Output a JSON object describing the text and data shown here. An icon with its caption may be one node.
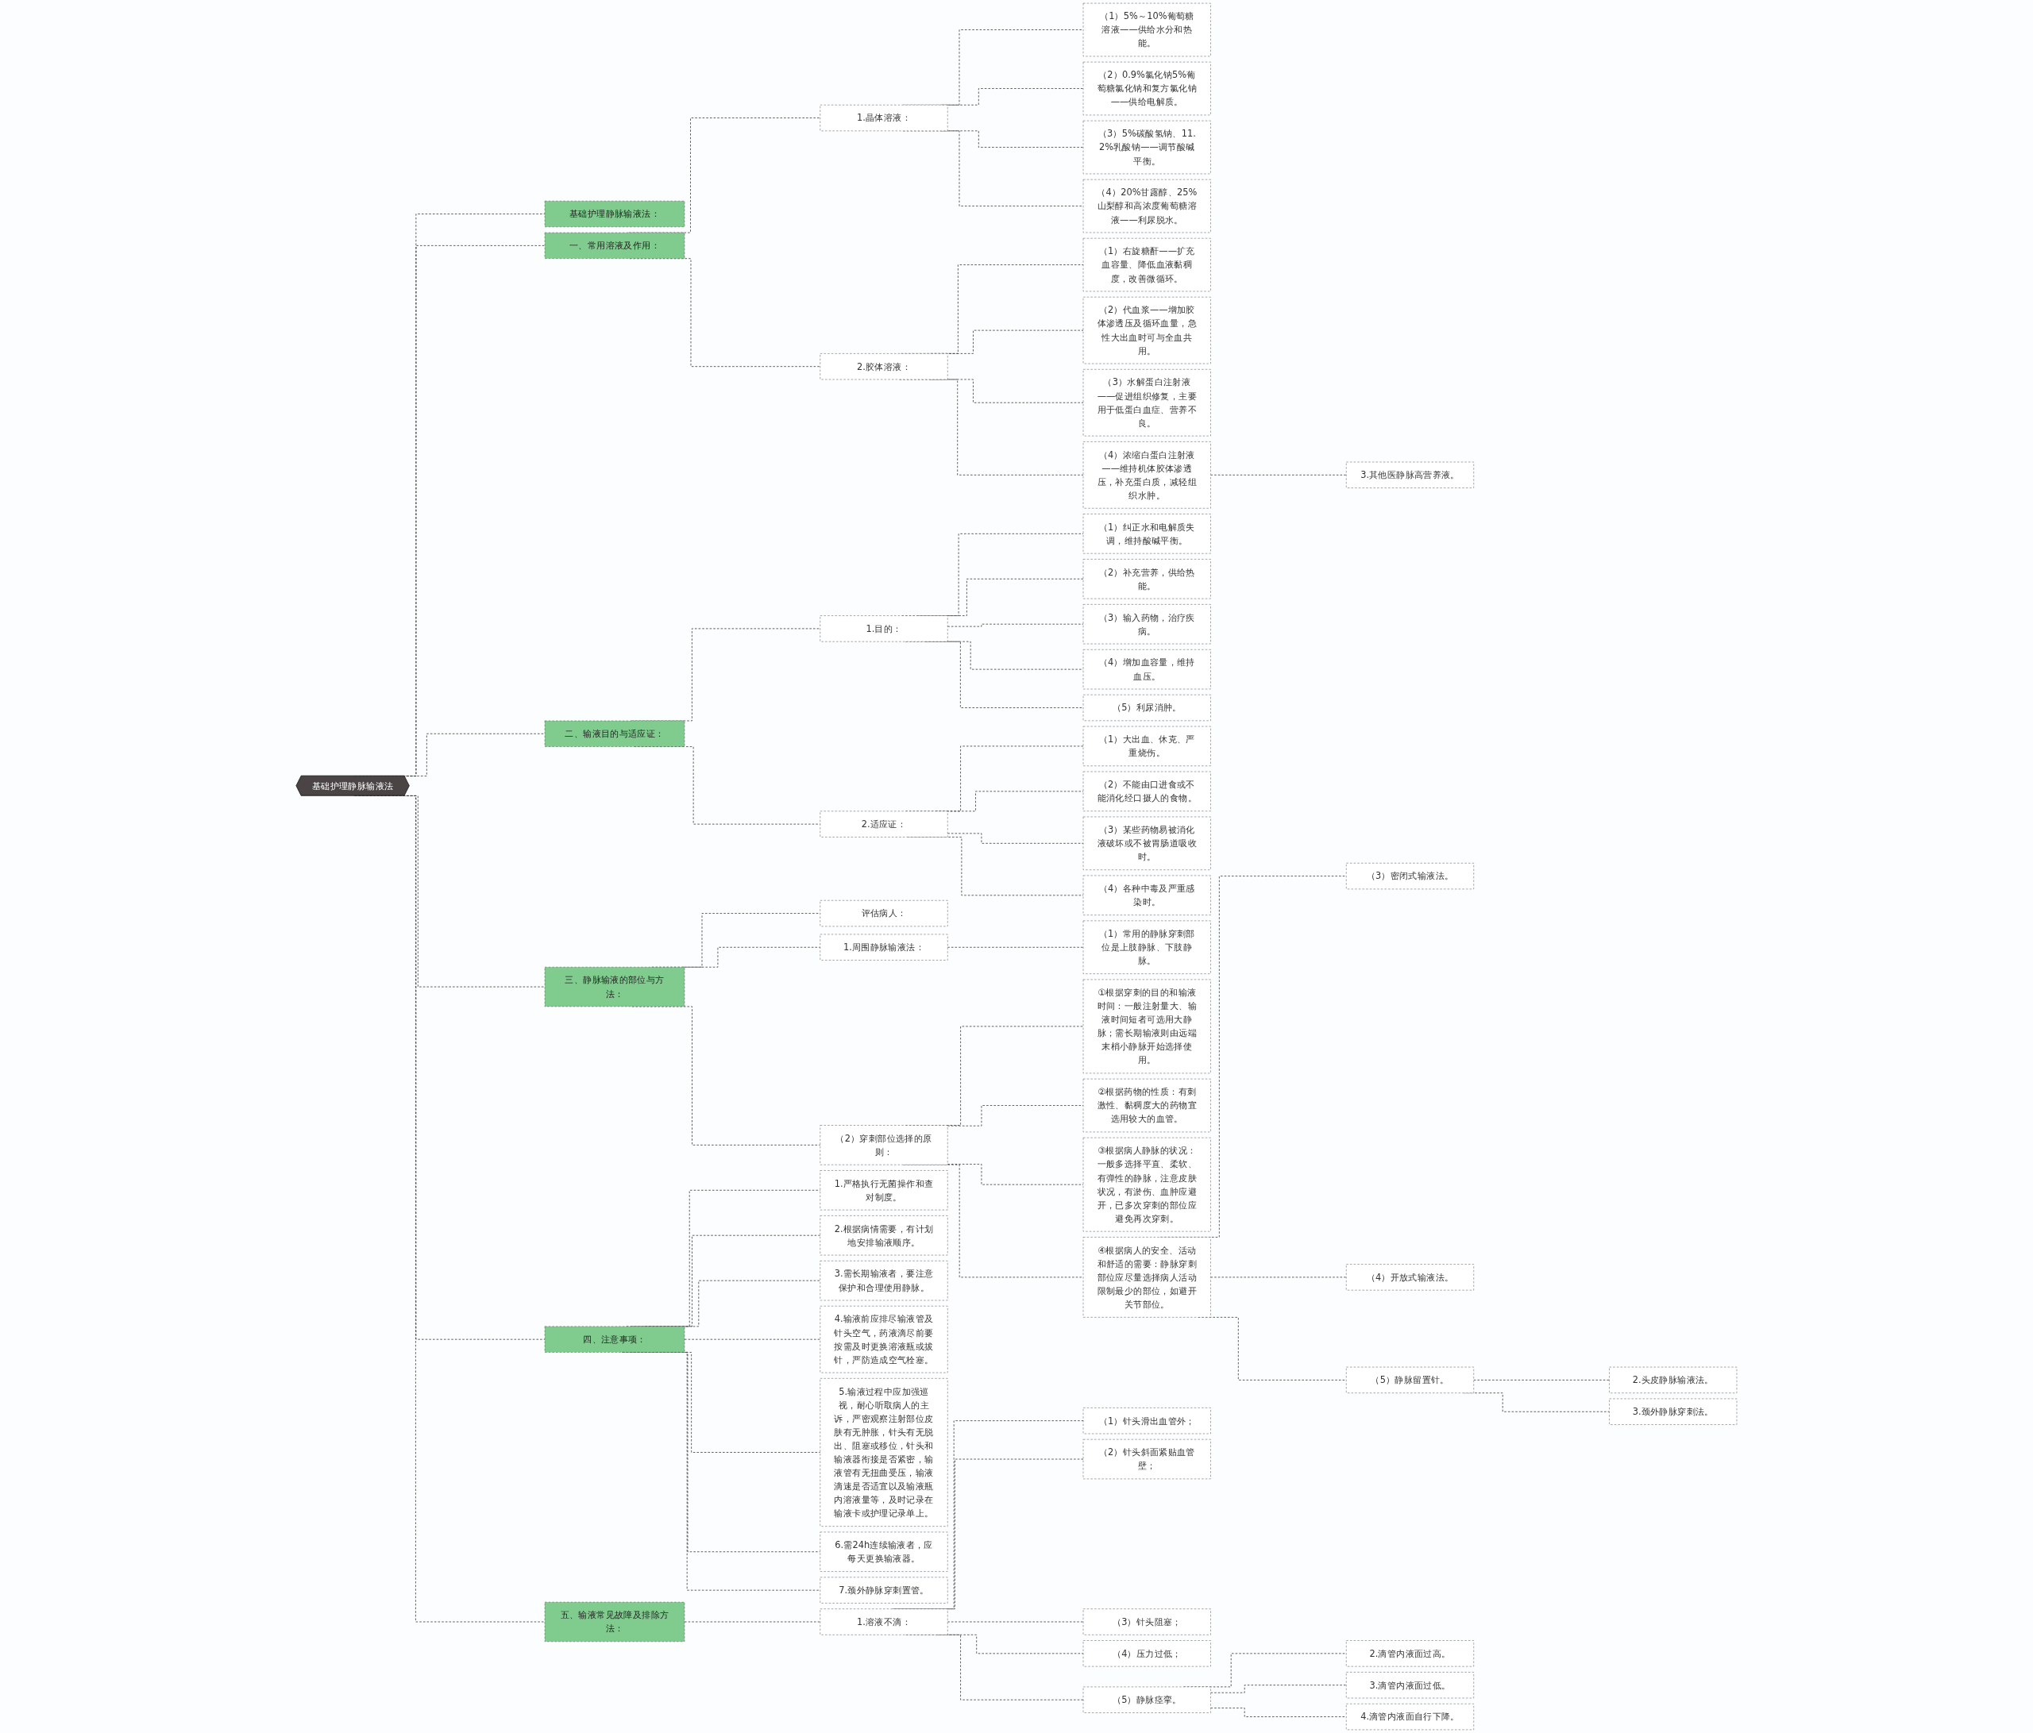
{
  "diagram": {
    "nodes": [
      {
        "text": [
          "基础护理静脉输液法"
        ]
      },
      {
        "text": [
          "基础护理静脉输液法："
        ]
      },
      {
        "text": [
          "一、常用溶液及作用："
        ]
      },
      {
        "text": [
          "1.晶体溶液："
        ]
      },
      {
        "text": [
          "（1）5%～10%葡萄糖溶液——供给水分和热能。"
        ]
      },
      {
        "text": [
          "（2）0.9%氯化钠5%葡萄糖氯化钠和复方氯化钠——供给电解质。"
        ]
      },
      {
        "text": [
          "（3）5%碳酸氢钠、11.2%乳酸钠——调节酸碱平衡。"
        ]
      },
      {
        "text": [
          "（4）20%甘露醇、25%山梨醇和高浓度葡萄糖溶液——利尿脱水。"
        ]
      },
      {
        "text": [
          "2.胶体溶液："
        ]
      },
      {
        "text": [
          "（1）右旋糖酐——扩充血容量、降低血液黏稠度，改善微循环。"
        ]
      },
      {
        "text": [
          "（2）代血浆——增加胶体渗透压及循环血量，急性大出血时可与全血共用。"
        ]
      },
      {
        "text": [
          "（3）水解蛋白注射液——促进组织修复，主要用于低蛋白血症、营养不良。"
        ]
      },
      {
        "text": [
          "（4）浓缩白蛋白注射液——维持机体胶体渗透压，补充蛋白质，减轻组织水肿。"
        ]
      },
      {
        "text": [
          "3.其他医静脉高营养液。"
        ]
      },
      {
        "text": [
          "二、输液目的与适应证："
        ]
      },
      {
        "text": [
          "1.目的："
        ]
      },
      {
        "text": [
          "（1）纠正水和电解质失调，维持酸碱平衡。"
        ]
      },
      {
        "text": [
          "（2）补充营养，供给热能。"
        ]
      },
      {
        "text": [
          "（3）输入药物，治疗疾病。"
        ]
      },
      {
        "text": [
          "（4）增加血容量，维持血压。"
        ]
      },
      {
        "text": [
          "（5）利尿消肿。"
        ]
      },
      {
        "text": [
          "2.适应证："
        ]
      },
      {
        "text": [
          "（1）大出血、休克、严重烧伤。"
        ]
      },
      {
        "text": [
          "（2）不能由口进食或不能消化经口摄人的食物。"
        ]
      },
      {
        "text": [
          "（3）某些药物易被消化液破坏或不被胃肠道吸收时。"
        ]
      },
      {
        "text": [
          "（4）各种中毒及严重感染时。"
        ]
      },
      {
        "text": [
          "三、静脉输液的部位与方法："
        ]
      },
      {
        "text": [
          "评估病人："
        ]
      },
      {
        "text": [
          "1.周围静脉输液法："
        ]
      },
      {
        "text": [
          "（1）常用的静脉穿刺部位是上肢静脉、下肢静脉。"
        ]
      },
      {
        "text": [
          "（2）穿刺部位选择的原则："
        ]
      },
      {
        "text": [
          "①根据穿刺的目的和输液时间：一般注射量大、输液时间短者可选用大静脉；需长期输液则由远端末梢小静脉开始选择使用。"
        ]
      },
      {
        "text": [
          "②根据药物的性质：有刺激性、黏稠度大的药物宜选用较大的血管。"
        ]
      },
      {
        "text": [
          "③根据病人静脉的状况：一般多选择平直、柔软、有弹性的静脉，注意皮肤状况，有淤伤、血肿应避开，已多次穿刺的部位应避免再次穿刺。"
        ]
      },
      {
        "text": [
          "④根据病人的安全、活动和舒适的需要：静脉穿刺部位应尽量选择病人活动限制最少的部位，如避开关节部位。"
        ]
      },
      {
        "text": [
          "（3）密闭式输液法。"
        ]
      },
      {
        "text": [
          "（4）开放式输液法。"
        ]
      },
      {
        "text": [
          "（5）静脉留置针。"
        ]
      },
      {
        "text": [
          "2.头皮静脉输液法。"
        ]
      },
      {
        "text": [
          "3.颈外静脉穿刺法。"
        ]
      },
      {
        "text": [
          "四、注意事项："
        ]
      },
      {
        "text": [
          "1.严格执行无菌操作和查对制度。"
        ]
      },
      {
        "text": [
          "2.根据病情需要，有计划地安排输液顺序。"
        ]
      },
      {
        "text": [
          "3.需长期输液者，要注意保护和合理使用静脉。"
        ]
      },
      {
        "text": [
          "4.输液前应排尽输液管及针头空气，药液滴尽前要按需及时更换溶液瓶或拔针，严防造成空气栓塞。"
        ]
      },
      {
        "text": [
          "5.输液过程中应加强巡视，耐心听取病人的主诉，严密观察注射部位皮肤有无肿胀，针头有无脱出、阻塞或移位，针头和输液器衔接是否紧密，输液管有无扭曲受压，输液滴速是否适宜以及输液瓶内溶液量等，及时记录在输液卡或护理记录单上。"
        ]
      },
      {
        "text": [
          "6.需24h连续输液者，应每天更换输液器。"
        ]
      },
      {
        "text": [
          "7.颈外静脉穿刺置管。"
        ]
      },
      {
        "text": [
          "五、输液常见故障及排除方法："
        ]
      },
      {
        "text": [
          "1.溶液不滴："
        ]
      },
      {
        "text": [
          "（1）针头滑出血管外；"
        ]
      },
      {
        "text": [
          "（2）针头斜面紧贴血管壁；"
        ]
      },
      {
        "text": [
          "（3）针头阻塞；"
        ]
      },
      {
        "text": [
          "（4）压力过低；"
        ]
      },
      {
        "text": [
          "（5）静脉痉挛。"
        ]
      },
      {
        "text": [
          "2.滴管内液面过高。"
        ]
      },
      {
        "text": [
          "3.滴管内液面过低。"
        ]
      },
      {
        "text": [
          "4.滴管内液面自行下降。"
        ]
      }
    ],
    "edges": [
      {
        "from": 0,
        "to": 1,
        "arrow": "none",
        "style": "dashed"
      },
      {
        "from": 0,
        "to": 2,
        "arrow": "none",
        "style": "dashed"
      },
      {
        "from": 2,
        "to": 3,
        "arrow": "none",
        "style": "dashed"
      },
      {
        "from": 3,
        "to": 4,
        "arrow": "none",
        "style": "dashed"
      },
      {
        "from": 3,
        "to": 5,
        "arrow": "none",
        "style": "dashed"
      },
      {
        "from": 3,
        "to": 6,
        "arrow": "none",
        "style": "dashed"
      },
      {
        "from": 3,
        "to": 7,
        "arrow": "none",
        "style": "dashed"
      },
      {
        "from": 2,
        "to": 8,
        "arrow": "none",
        "style": "dashed"
      },
      {
        "from": 8,
        "to": 9,
        "arrow": "none",
        "style": "dashed"
      },
      {
        "from": 8,
        "to": 10,
        "arrow": "none",
        "style": "dashed"
      },
      {
        "from": 8,
        "to": 11,
        "arrow": "none",
        "style": "dashed"
      },
      {
        "from": 8,
        "to": 12,
        "arrow": "none",
        "style": "dashed"
      },
      {
        "from": 12,
        "to": 13,
        "arrow": "none",
        "style": "dashed"
      },
      {
        "from": 0,
        "to": 14,
        "arrow": "none",
        "style": "dashed"
      },
      {
        "from": 14,
        "to": 15,
        "arrow": "none",
        "style": "dashed"
      },
      {
        "from": 15,
        "to": 16,
        "arrow": "none",
        "style": "dashed"
      },
      {
        "from": 15,
        "to": 17,
        "arrow": "none",
        "style": "dashed"
      },
      {
        "from": 15,
        "to": 18,
        "arrow": "none",
        "style": "dashed"
      },
      {
        "from": 15,
        "to": 19,
        "arrow": "none",
        "style": "dashed"
      },
      {
        "from": 15,
        "to": 20,
        "arrow": "none",
        "style": "dashed"
      },
      {
        "from": 14,
        "to": 21,
        "arrow": "none",
        "style": "dashed"
      },
      {
        "from": 21,
        "to": 22,
        "arrow": "none",
        "style": "dashed"
      },
      {
        "from": 21,
        "to": 23,
        "arrow": "none",
        "style": "dashed"
      },
      {
        "from": 21,
        "to": 24,
        "arrow": "none",
        "style": "dashed"
      },
      {
        "from": 21,
        "to": 25,
        "arrow": "none",
        "style": "dashed"
      },
      {
        "from": 0,
        "to": 26,
        "arrow": "none",
        "style": "dashed"
      },
      {
        "from": 26,
        "to": 27,
        "arrow": "none",
        "style": "dashed"
      },
      {
        "from": 26,
        "to": 28,
        "arrow": "none",
        "style": "dashed"
      },
      {
        "from": 28,
        "to": 29,
        "arrow": "none",
        "style": "dashed"
      },
      {
        "from": 26,
        "to": 30,
        "arrow": "none",
        "style": "dashed"
      },
      {
        "from": 30,
        "to": 31,
        "arrow": "none",
        "style": "dashed"
      },
      {
        "from": 30,
        "to": 32,
        "arrow": "none",
        "style": "dashed"
      },
      {
        "from": 30,
        "to": 33,
        "arrow": "none",
        "style": "dashed"
      },
      {
        "from": 30,
        "to": 34,
        "arrow": "none",
        "style": "dashed"
      },
      {
        "from": 34,
        "to": 35,
        "arrow": "none",
        "style": "dashed"
      },
      {
        "from": 34,
        "to": 36,
        "arrow": "none",
        "style": "dashed"
      },
      {
        "from": 34,
        "to": 37,
        "arrow": "none",
        "style": "dashed"
      },
      {
        "from": 37,
        "to": 38,
        "arrow": "none",
        "style": "dashed"
      },
      {
        "from": 37,
        "to": 39,
        "arrow": "none",
        "style": "dashed"
      },
      {
        "from": 0,
        "to": 40,
        "arrow": "none",
        "style": "dashed"
      },
      {
        "from": 40,
        "to": 41,
        "arrow": "none",
        "style": "dashed"
      },
      {
        "from": 40,
        "to": 42,
        "arrow": "none",
        "style": "dashed"
      },
      {
        "from": 40,
        "to": 43,
        "arrow": "none",
        "style": "dashed"
      },
      {
        "from": 40,
        "to": 44,
        "arrow": "none",
        "style": "dashed"
      },
      {
        "from": 40,
        "to": 45,
        "arrow": "none",
        "style": "dashed"
      },
      {
        "from": 40,
        "to": 46,
        "arrow": "none",
        "style": "dashed"
      },
      {
        "from": 40,
        "to": 47,
        "arrow": "none",
        "style": "dashed"
      },
      {
        "from": 0,
        "to": 48,
        "arrow": "none",
        "style": "dashed"
      },
      {
        "from": 48,
        "to": 49,
        "arrow": "none",
        "style": "dashed"
      },
      {
        "from": 49,
        "to": 50,
        "arrow": "none",
        "style": "dashed"
      },
      {
        "from": 49,
        "to": 51,
        "arrow": "none",
        "style": "dashed"
      },
      {
        "from": 49,
        "to": 52,
        "arrow": "none",
        "style": "dashed"
      },
      {
        "from": 49,
        "to": 53,
        "arrow": "none",
        "style": "dashed"
      },
      {
        "from": 49,
        "to": 54,
        "arrow": "none",
        "style": "dashed"
      },
      {
        "from": 54,
        "to": 55,
        "arrow": "none",
        "style": "dashed"
      },
      {
        "from": 54,
        "to": 56,
        "arrow": "none",
        "style": "dashed"
      },
      {
        "from": 54,
        "to": 57,
        "arrow": "none",
        "style": "dashed"
      }
    ]
  }
}
